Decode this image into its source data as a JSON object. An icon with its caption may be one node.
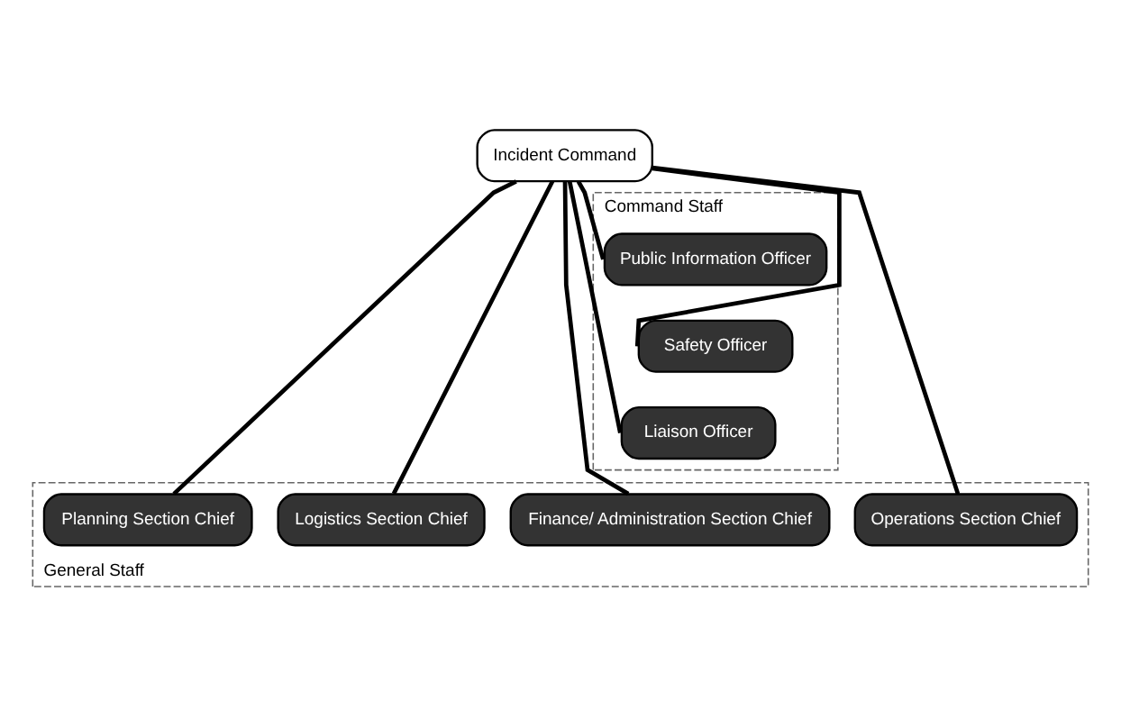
{
  "diagram": {
    "nodes": [
      {
        "text": [
          "Incident Command"
        ]
      },
      {
        "text": [
          "Command Staff"
        ]
      },
      {
        "text": [
          "Public Information Officer"
        ],
        "in": 1
      },
      {
        "text": [
          "Safety Officer"
        ],
        "in": 1
      },
      {
        "text": [
          "Liaison Officer"
        ],
        "in": 1
      },
      {
        "text": [
          "General Staff"
        ]
      },
      {
        "text": [
          "Operations Section Chief"
        ],
        "in": 5
      },
      {
        "text": [
          "Planning Section Chief"
        ],
        "in": 5
      },
      {
        "text": [
          "Logistics Section Chief"
        ],
        "in": 5
      },
      {
        "text": [
          "Finance/ Administration Section Chief"
        ],
        "in": 5
      }
    ],
    "edges": [
      {
        "from": 0,
        "to": 2,
        "arrow": "none"
      },
      {
        "from": 0,
        "to": 3,
        "arrow": "none"
      },
      {
        "from": 0,
        "to": 4,
        "arrow": "none"
      },
      {
        "from": 0,
        "to": 6,
        "arrow": "none"
      },
      {
        "from": 0,
        "to": 7,
        "arrow": "none"
      },
      {
        "from": 0,
        "to": 8,
        "arrow": "none"
      },
      {
        "from": 0,
        "to": 9,
        "arrow": "none"
      }
    ]
  }
}
